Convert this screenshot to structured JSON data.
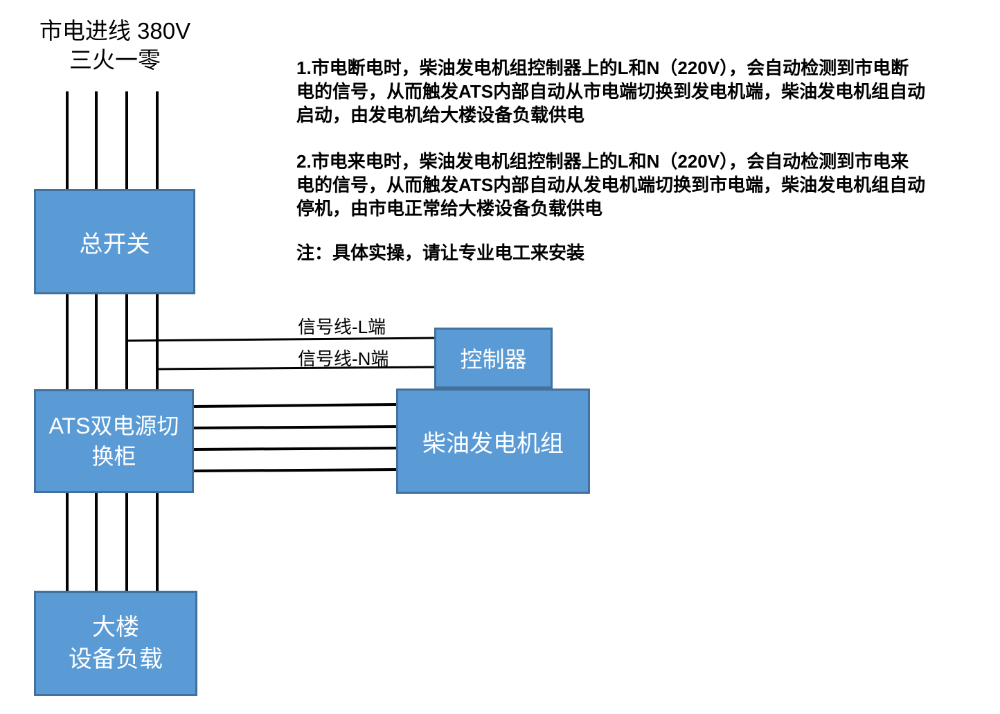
{
  "mains": {
    "line1": "市电进线 380V",
    "line2": "三火一零"
  },
  "boxes": {
    "main_switch": {
      "label": "总开关"
    },
    "ats": {
      "line1": "ATS双电源切",
      "line2": "换柜"
    },
    "building_load": {
      "line1": "大楼",
      "line2": "设备负载"
    },
    "controller": {
      "label": "控制器"
    },
    "generator": {
      "label": "柴油发电机组"
    }
  },
  "wires": {
    "signal_l_label": "信号线-L端",
    "signal_n_label": "信号线-N端"
  },
  "instructions": {
    "p1": [
      "1.市电断电时，柴油发电机组控制器上的L和N（220V），会自动检测到市电断",
      "电的信号，从而触发ATS内部自动从市电端切换到发电机端，柴油发电机组自动",
      "启动，由发电机给大楼设备负载供电"
    ],
    "p2": [
      "2.市电来电时，柴油发电机组控制器上的L和N（220V），会自动检测到市电来",
      "电的信号，从而触发ATS内部自动从发电机端切换到市电端，柴油发电机组自动",
      "停机，由市电正常给大楼设备负载供电"
    ],
    "note": "注：具体实操，请让专业电工来安装"
  },
  "colors": {
    "box_fill": "#5b9bd5",
    "box_border": "#41719c",
    "box_text": "#ffffff",
    "wire": "#000000",
    "text": "#000000"
  }
}
